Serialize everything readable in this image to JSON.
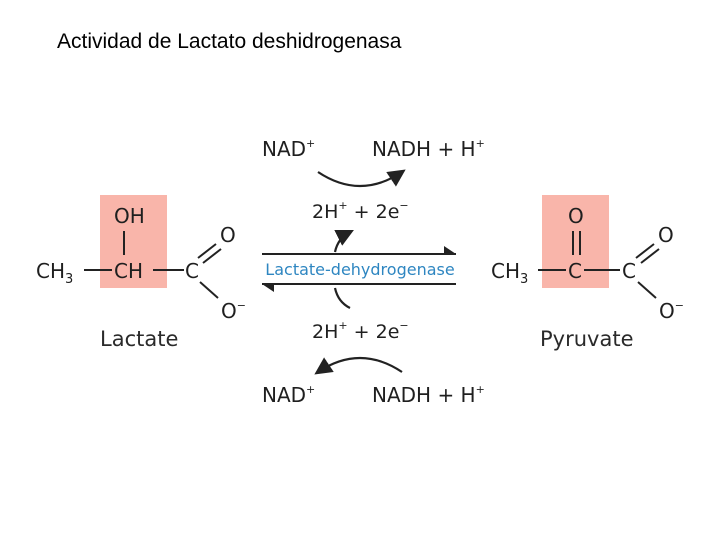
{
  "title": "Actividad de Lactato deshidrogenasa",
  "colors": {
    "highlight": "#f9b5aa",
    "enzyme_text": "#2e86c1",
    "text": "#1f1f1f"
  },
  "top_cofactors": {
    "left": {
      "base": "NAD",
      "sup": "+"
    },
    "right": {
      "base": "NADH + H",
      "sup": "+"
    }
  },
  "top_protons": {
    "a": "2H",
    "a_sup": "+",
    "mid": " + 2e",
    "b_sup": "−"
  },
  "bottom_protons": {
    "a": "2H",
    "a_sup": "+",
    "mid": " + 2e",
    "b_sup": "−"
  },
  "bottom_cofactors": {
    "left": {
      "base": "NAD",
      "sup": "+"
    },
    "right": {
      "base": "NADH + H",
      "sup": "+"
    }
  },
  "enzyme": "Lactate-dehydrogenase",
  "lactate": {
    "name": "Lactate",
    "oh": "OH",
    "ch3": "CH",
    "ch3_sub": "3",
    "ch": "CH",
    "c": "C",
    "o_top": "O",
    "o_bottom": "O",
    "o_bottom_sup": "−"
  },
  "pyruvate": {
    "name": "Pyruvate",
    "o_ketone": "O",
    "ch3": "CH",
    "ch3_sub": "3",
    "c_mid": "C",
    "c": "C",
    "o_top": "O",
    "o_bottom": "O",
    "o_bottom_sup": "−"
  }
}
